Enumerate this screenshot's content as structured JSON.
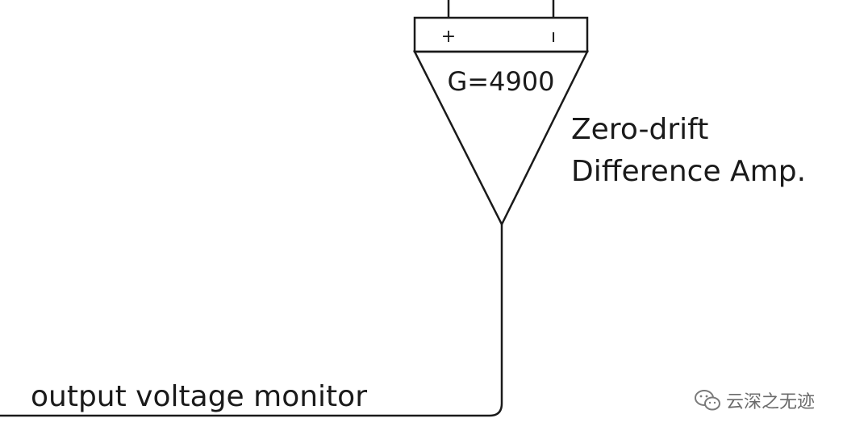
{
  "amplifier": {
    "gain_label": "G=4900",
    "plus_pin": "+",
    "minus_pin": "ı",
    "name_line1": "Zero-drift",
    "name_line2": "Difference Amp."
  },
  "output_label": "output voltage monitor",
  "watermark": {
    "icon": "wechat-icon",
    "text": "云深之无迹"
  },
  "colors": {
    "ink": "#1a1a1a",
    "watermark": "#6b6b6b"
  }
}
